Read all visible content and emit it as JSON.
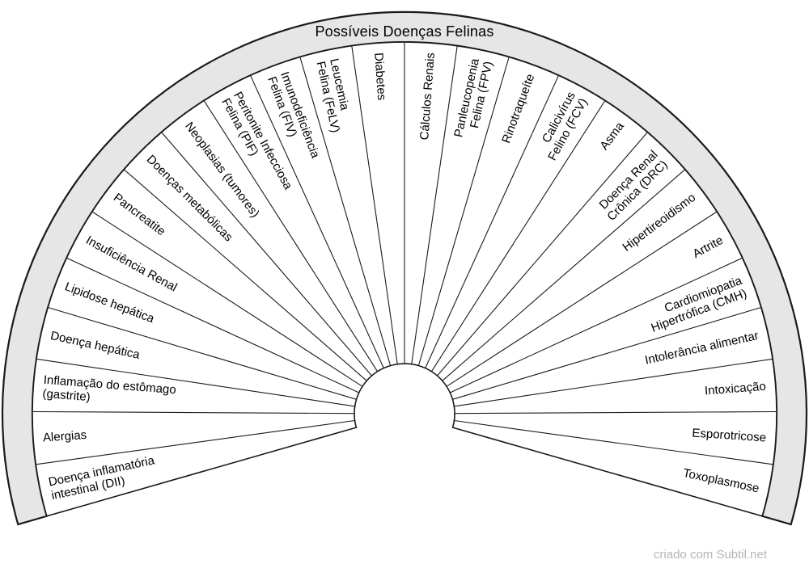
{
  "chart": {
    "type": "pendulum-fan-diagram",
    "title": "Possíveis Doenças Felinas",
    "credit": "criado com Subtil.net",
    "colors": {
      "ring_fill": "#e6e6e6",
      "line": "#1a1a1a",
      "label": "#000000",
      "credit": "#b5b5b5",
      "background": "#ffffff"
    },
    "segment_count": 26,
    "labels": [
      {
        "name": "Doença inflamatória intestinal (DII)",
        "lines": [
          "Doença inflamatória",
          "intestinal (DII)"
        ]
      },
      {
        "name": "Alergias",
        "lines": [
          "Alergias"
        ]
      },
      {
        "name": "Inflamação do estômago (gastrite)",
        "lines": [
          "Inflamação do estômago",
          "(gastrite)"
        ]
      },
      {
        "name": "Doença hepática",
        "lines": [
          "Doença hepática"
        ]
      },
      {
        "name": "Lipidose hepática",
        "lines": [
          "Lipidose hepática"
        ]
      },
      {
        "name": "Insuficiência Renal",
        "lines": [
          "Insuficiência Renal"
        ]
      },
      {
        "name": "Pancreatite",
        "lines": [
          "Pancreatite"
        ]
      },
      {
        "name": "Doenças metabólicas",
        "lines": [
          "Doenças metabólicas"
        ]
      },
      {
        "name": "Neoplasias (tumores)",
        "lines": [
          "Neoplasias (tumores)"
        ]
      },
      {
        "name": "Peritonite Infecciosa Felina (PIF)",
        "lines": [
          "Peritonite Infecciosa",
          "Felina (PIF)"
        ]
      },
      {
        "name": "Imunodeficiência Felina (FIV)",
        "lines": [
          "Imunodeficiência",
          "Felina (FIV)"
        ]
      },
      {
        "name": "Leucemia Felina (FeLV)",
        "lines": [
          "Leucemia",
          "Felina (FeLV)"
        ]
      },
      {
        "name": "Diabetes",
        "lines": [
          "Diabetes"
        ]
      },
      {
        "name": "Cálculos Renais",
        "lines": [
          "Cálculos Renais"
        ]
      },
      {
        "name": "Panleucopenia Felina (FPV)",
        "lines": [
          "Panleucopenia",
          "Felina (FPV)"
        ]
      },
      {
        "name": "Rinotraqueíte",
        "lines": [
          "Rinotraqueíte"
        ]
      },
      {
        "name": "Calicivírus Felino (FCV)",
        "lines": [
          "Calicivírus",
          "Felino (FCV)"
        ]
      },
      {
        "name": "Asma",
        "lines": [
          "Asma"
        ]
      },
      {
        "name": "Doença Renal Crônica (DRC)",
        "lines": [
          "Doença Renal",
          "Crônica (DRC)"
        ]
      },
      {
        "name": "Hipertireoidismo",
        "lines": [
          "Hipertireoidismo"
        ]
      },
      {
        "name": "Artrite",
        "lines": [
          "Artrite"
        ]
      },
      {
        "name": "Cardiomiopatia Hipertrófica (CMH)",
        "lines": [
          "Cardiomiopatia",
          "Hipertrófica (CMH)"
        ]
      },
      {
        "name": "Intolerância alimentar",
        "lines": [
          "Intolerância alimentar"
        ]
      },
      {
        "name": "Intoxicação",
        "lines": [
          "Intoxicação"
        ]
      },
      {
        "name": "Esporotricose",
        "lines": [
          "Esporotricose"
        ]
      },
      {
        "name": "Toxoplasmose",
        "lines": [
          "Toxoplasmose"
        ]
      }
    ]
  }
}
